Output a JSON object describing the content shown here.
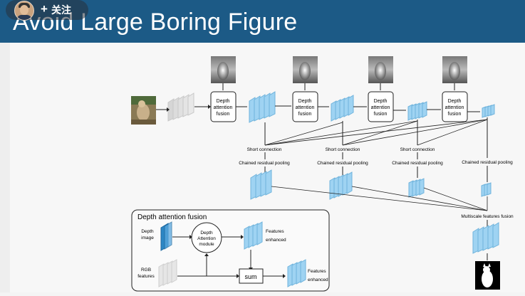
{
  "header": {
    "title": "Avoid Large Boring Figure",
    "follow_label": "关注",
    "follow_icon": "plus-icon",
    "bg_color": "#1c5a86"
  },
  "figure": {
    "block_label_lines": [
      "Depth",
      "attention",
      "fusion"
    ],
    "short_connection": "Short connection",
    "chained_pooling": "Chained residual pooling",
    "multiscale_fusion": "Multiscale features fusion",
    "inset": {
      "title": "Depth attention fusion",
      "depth_image_lines": [
        "Depth",
        "image"
      ],
      "module_lines": [
        "Depth",
        "Attention",
        "module"
      ],
      "features_enhanced_lines": [
        "Features",
        "enhanced"
      ],
      "rgb_features_lines": [
        "RGB",
        "features"
      ],
      "sum_label": "sum",
      "features_enhanced2_lines": [
        "Features",
        "enhanced"
      ]
    },
    "feature_color": "#8fcdf0",
    "depth_feature_color": "#2d86c4"
  }
}
